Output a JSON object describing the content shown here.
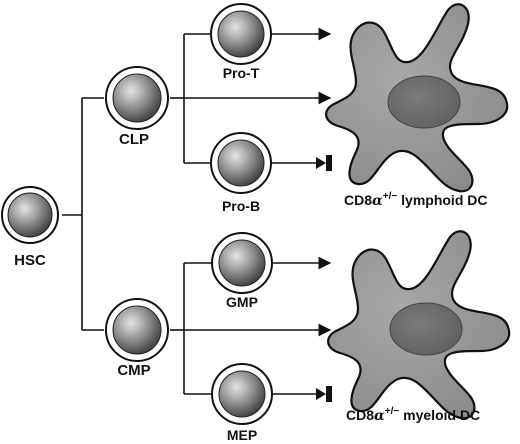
{
  "cells": {
    "hsc": "HSC",
    "clp": "CLP",
    "cmp": "CMP",
    "pro_t": "Pro-T",
    "pro_b": "Pro-B",
    "gmp": "GMP",
    "mep": "MEP"
  },
  "dc": {
    "lymphoid": {
      "prefix": "CD8",
      "alpha": "α",
      "sup": "+/−",
      "suffix": " lymphoid DC"
    },
    "myeloid": {
      "prefix": "CD8",
      "alpha": "α",
      "sup": "+/−",
      "suffix": " myeloid DC"
    }
  }
}
